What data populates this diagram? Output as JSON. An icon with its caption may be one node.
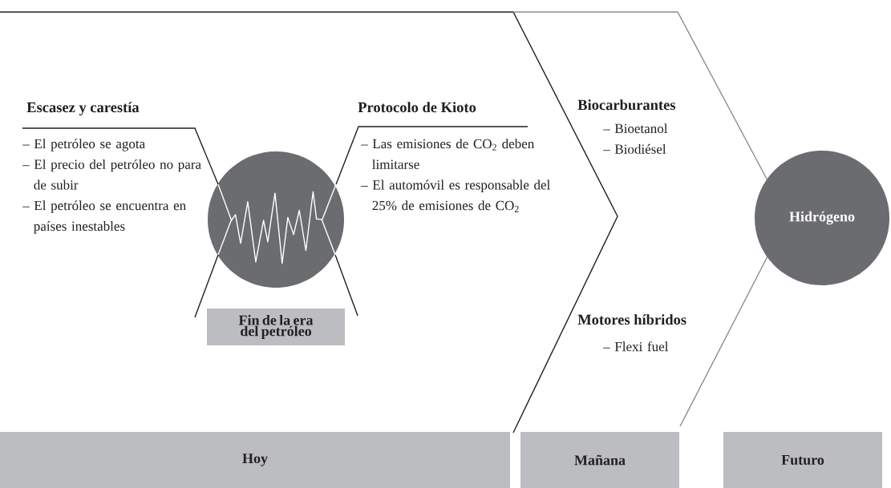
{
  "diagram": {
    "nodes": [
      {
        "text": [],
        "shape": "circle"
      },
      {
        "text": [
          "Fin de la era del petróleo"
        ]
      },
      {
        "text": [
          "Hidrógeno"
        ]
      },
      {
        "text": [
          "Hoy"
        ]
      },
      {
        "text": [
          "Mañana"
        ]
      },
      {
        "text": [
          "Futuro"
        ]
      }
    ],
    "labels": [
      "Escasez y carestía",
      "– El petróleo se agota",
      "– El precio del petróleo no para de subir",
      "– El petróleo se encuentra en países inestables",
      "Protocolo de Kioto",
      "– Las emisiones de CO$_{2}$ deben limitarse",
      "– El automóvil es responsable del 25% de emisiones de CO$_{2}$",
      "Biocarburantes",
      "– Bioetanol",
      "– Biodiésel",
      "Motores híbridos",
      "– Flexi fuel"
    ]
  }
}
